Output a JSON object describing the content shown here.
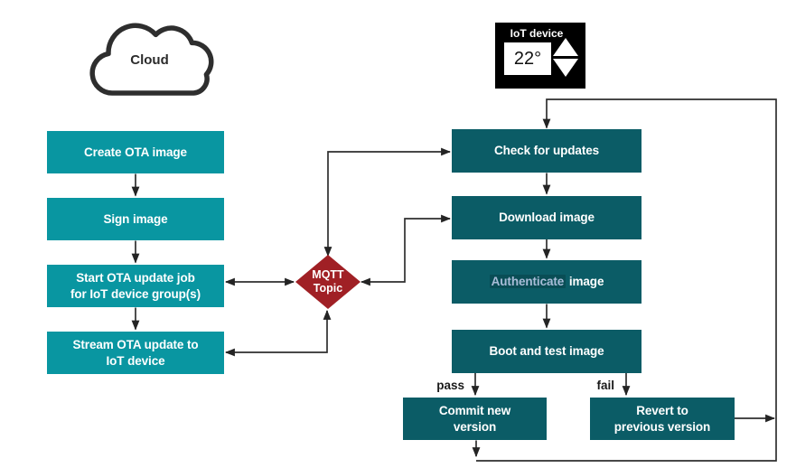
{
  "colors": {
    "cloud_step_bg": "#0996a1",
    "device_step_bg": "#0b5c66",
    "mqtt_diamond_bg": "#a02025",
    "authenticate_text": "#a9bdd8",
    "connector": "#2f2f2f",
    "iot_device_bg": "#000000",
    "cloud_outline": "#2e2e2e"
  },
  "cloud": {
    "label": "Cloud"
  },
  "iot_device": {
    "label": "IoT device",
    "temperature": "22°",
    "up_icon": "triangle-up",
    "down_icon": "triangle-down"
  },
  "cloud_steps": [
    {
      "line1": "Create OTA image"
    },
    {
      "line1": "Sign image"
    },
    {
      "line1": "Start OTA update job",
      "line2": "for IoT device group(s)"
    },
    {
      "line1": "Stream OTA update to",
      "line2": "IoT device"
    }
  ],
  "mqtt_topic": {
    "line1": "MQTT",
    "line2": "Topic"
  },
  "device_steps": [
    {
      "line1": "Check for updates"
    },
    {
      "line1": "Download image"
    },
    {
      "highlight_word": "Authenticate",
      "rest": " image"
    },
    {
      "line1": "Boot and test image"
    }
  ],
  "branch": {
    "pass_label": "pass",
    "fail_label": "fail"
  },
  "outcome_steps": [
    {
      "line1": "Commit new",
      "line2": "version"
    },
    {
      "line1": "Revert to",
      "line2": "previous version"
    }
  ]
}
